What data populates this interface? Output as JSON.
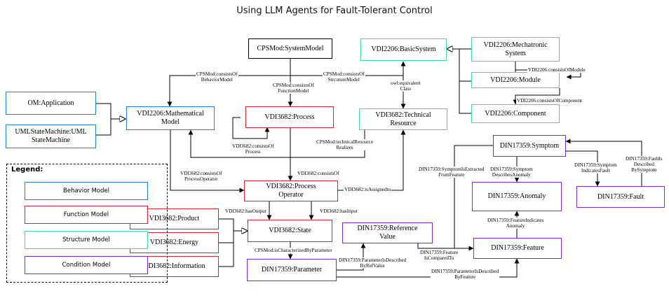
{
  "title": "Using LLM Agents for Fault-Tolerant Control",
  "colors": {
    "behavior": "#1f7fd6",
    "function": "#d9262b",
    "structure": "#3ddc97",
    "condition": "#7a2ad0",
    "other": "#000000"
  },
  "nodes": {
    "system_model": "CPSMod:SystemModel",
    "basic_system": "VDI2206:BasicSystem",
    "mechatronic": "VDI2206:Mechatronic\nSystem",
    "module": "VDI2206:Module",
    "component": "VDI2206:Component",
    "om_application": "OM:Application",
    "uml_state_machine": "UMLStateMachine:UML\nStateMachine",
    "math_model": "VDI2206:Mathematical\nModel",
    "process": "VDI3682:Process",
    "technical_resource": "VDI3682:Technical\nResource",
    "process_operator": "VDI3682:Process\nOperator",
    "product": "VDI3682:Product",
    "energy": "VDI3682:Energy",
    "information": "VDI3682:Information",
    "state": "VDI3682:State",
    "parameter": "DIN17359:Parameter",
    "reference_value": "DIN17359:Reference\nValue",
    "symptom": "DIN17359:Symptom",
    "anomaly": "DIN17359:Anomaly",
    "fault": "DIN17359:Fault",
    "feature": "DIN17359:Feature"
  },
  "edge_labels": {
    "consists_of_behavior": "CPSMod:consistsOf\nBehaviorModel",
    "consists_of_function": "CPSMod:consistsOf\nFunctionModel",
    "consists_of_structure": "CPSMod:consistsOf\nStrcutureModel",
    "equivalent_class": "owl:equivalent\nClass",
    "consists_of_module": "VDI2206:consistsOfModule",
    "consists_of_component": "VDI2206:consistsOfComponent",
    "process_consists_of_process": "VDI3682:consistsOf\nProcess",
    "technical_resource_realizes": "CPSMod:technicalResource\nRealizes",
    "consists_of_process_operator": "VDI3682:consistsOf\nProcessOperator",
    "consists_of": "VDI3682:consistsOf",
    "is_assigned_to": "VDI3682:isAssignedto",
    "has_output": "VDI3682:hasOutput",
    "has_input": "VDI3682:hasInput",
    "is_characterized_by_parameter": "CPSMod:isCharacterizedByParameter",
    "parameter_described_by_ref": "DIN17359:ParameterIsDescribed\nByRefValue",
    "feature_compared_to": "DIN17359:Feature\nIsComparedTo",
    "parameter_described_by_feature": "DIN17359:ParameterIsDescribed\nByFeature",
    "symptom_extracted_from_feature": "DIN17359:SymptomIsExtracted\nFromFeature",
    "symptom_describes_anomaly": "DIN17359:Symptom\nDescribesAnomaly",
    "symptom_indicates_fault": "DIN17359:Symptom\nIndicatesFault",
    "fault_described_by_symptom": "DIN17359:FaultIs\nDescribed\nBySymptom",
    "feature_indicates_anomaly": "DIN17359:FeatureIndicates\nAnomaly"
  },
  "legend": {
    "title": "Legend:",
    "behavior": "Behavior Model",
    "function": "Function Model",
    "structure": "Structure Model",
    "condition": "Condition Model"
  }
}
